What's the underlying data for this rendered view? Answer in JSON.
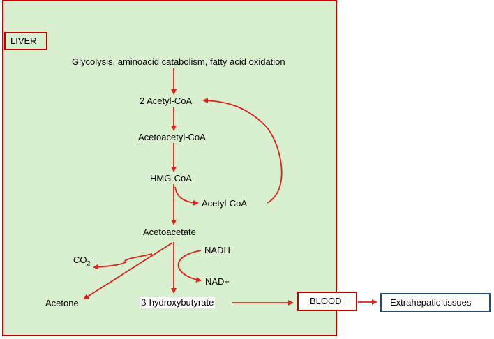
{
  "liver_label": "LIVER",
  "nodes": {
    "sources": "Glycolysis, aminoacid catabolism, fatty acid oxidation",
    "acetyl_coa_2": "2 Acetyl-CoA",
    "acetoacetyl_coa": "Acetoacetyl-CoA",
    "hmg_coa": "HMG-CoA",
    "acetyl_coa": "Acetyl-CoA",
    "acetoacetate": "Acetoacetate",
    "nadh": "NADH",
    "nad_plus": "NAD+",
    "co2_main": "CO",
    "co2_sub": "2",
    "acetone": "Acetone",
    "bhb": "β-hydroxybutyrate"
  },
  "blood_label": "BLOOD",
  "extrahepatic_label": "Extrahepatic tissues",
  "colors": {
    "arrow": "#e0201b",
    "liver_fill": "#d9f0d0",
    "liver_border": "#c00000",
    "tissue_border": "#1f4e79"
  }
}
